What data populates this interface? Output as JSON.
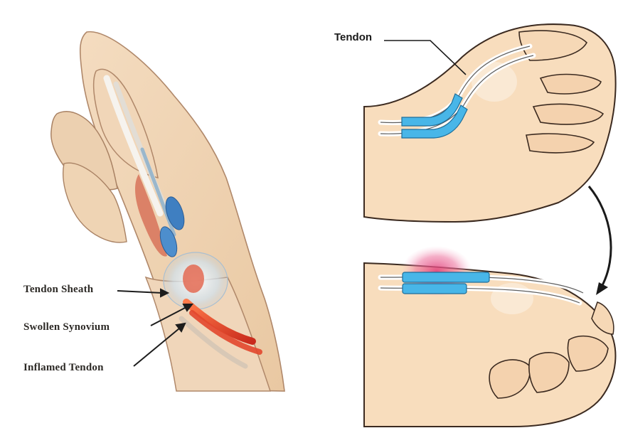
{
  "left_figure": {
    "labels": {
      "tendon_sheath": "Tendon Sheath",
      "swollen_synovium": "Swollen Synovium",
      "inflamed_tendon": "Inflamed Tendon"
    }
  },
  "right_figure": {
    "labels": {
      "tendon": "Tendon"
    }
  },
  "colors": {
    "skin": "#f6dcb8",
    "skin_shadow": "#e8c49a",
    "tendon_sheath_blue": "#48b6e8",
    "inflammation": "#e0407a",
    "inflamed_tendon": "#e0402a"
  }
}
